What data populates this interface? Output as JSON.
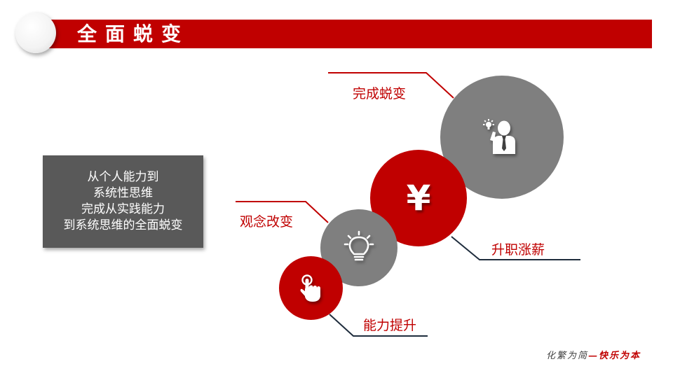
{
  "header": {
    "title": "全面蜕变"
  },
  "summary": {
    "lines": [
      "从个人能力到",
      "系统性思维",
      "完成从实践能力",
      "到系统思维的全面蜕变"
    ]
  },
  "steps": [
    {
      "label": "能力提升",
      "icon": "pointing-hand-icon"
    },
    {
      "label": "观念改变",
      "icon": "lightbulb-icon"
    },
    {
      "label": "升职涨薪",
      "icon": "yen-icon",
      "symbol": "¥"
    },
    {
      "label": "完成蜕变",
      "icon": "businessman-idea-icon"
    }
  ],
  "footer": {
    "left": "化繁为简",
    "dash": "—",
    "right": "快乐为本"
  },
  "colors": {
    "accent": "#c00000",
    "gray": "#7f7f7f",
    "box": "#595959",
    "line": "#1f2d3d"
  }
}
